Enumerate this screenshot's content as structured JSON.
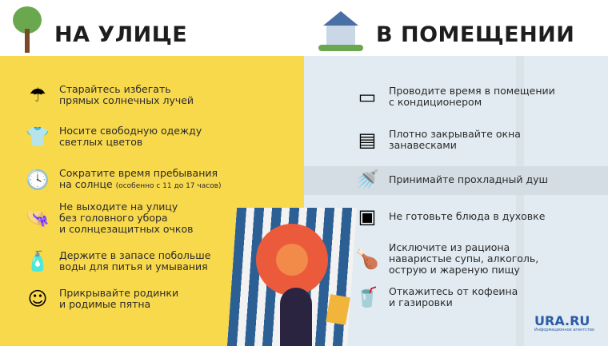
{
  "outdoor": {
    "title": "НА УЛИЦЕ",
    "items": [
      {
        "icon": "umbrella-icon",
        "glyph": "☂",
        "lines": [
          "Старайтесь избегать",
          "прямых солнечных лучей"
        ]
      },
      {
        "icon": "clothes-icon",
        "glyph": "👕",
        "lines": [
          "Носите свободную одежду",
          "светлых цветов"
        ]
      },
      {
        "icon": "clock-icon",
        "glyph": "🕓",
        "lines": [
          "Сократите время пребывания",
          "на солнце"
        ],
        "note": "(особенно с 11 до 17 часов)"
      },
      {
        "icon": "hat-icon",
        "glyph": "👒",
        "lines": [
          "Не выходите на улицу",
          "без головного убора",
          "и солнцезащитных очков"
        ]
      },
      {
        "icon": "water-bottle-icon",
        "glyph": "🧴",
        "lines": [
          "Держите в запасе побольше",
          "воды для питья и умывания"
        ]
      },
      {
        "icon": "face-moles-icon",
        "glyph": "☺",
        "lines": [
          "Прикрывайте родинки",
          "и родимые пятна"
        ]
      }
    ]
  },
  "indoor": {
    "title": "В ПОМЕЩЕНИИ",
    "items": [
      {
        "icon": "air-conditioner-icon",
        "glyph": "▭",
        "lines": [
          "Проводите время в помещении",
          "с кондиционером"
        ]
      },
      {
        "icon": "blinds-icon",
        "glyph": "▤",
        "lines": [
          "Плотно закрывайте окна",
          "занавесками"
        ]
      },
      {
        "icon": "shower-icon",
        "glyph": "🚿",
        "lines": [
          "Принимайте прохладный душ"
        ]
      },
      {
        "icon": "oven-icon",
        "glyph": "▣",
        "lines": [
          "Не готовьте блюда в духовке"
        ]
      },
      {
        "icon": "food-icon",
        "glyph": "🍗",
        "lines": [
          "Исключите из рациона",
          "наваристые супы, алкоголь,",
          "острую и жареную пищу"
        ]
      },
      {
        "icon": "drinks-icon",
        "glyph": "🥤",
        "lines": [
          "Откажитесь от кофеина",
          "и газировки"
        ]
      }
    ]
  },
  "logo": {
    "name": "URA.RU",
    "subtitle": "Информационное агентство"
  },
  "colors": {
    "yellow": "#f8d94c",
    "blue": "#e1ebf1",
    "logo": "#2b5aa8"
  }
}
